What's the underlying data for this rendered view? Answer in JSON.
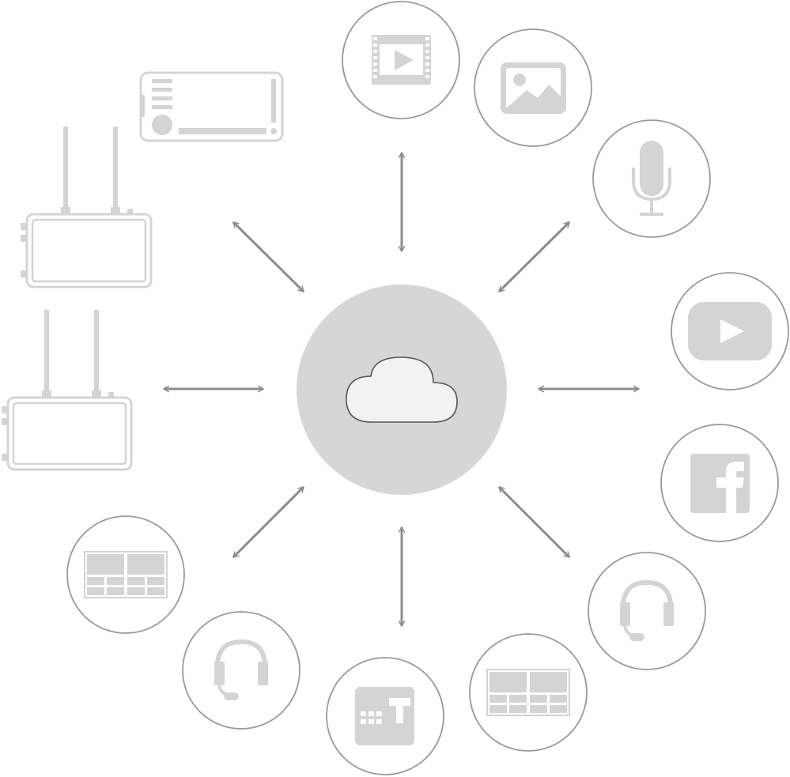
{
  "diagram": {
    "hub": {
      "icon": "cloud-icon",
      "fill_color": "#d6d6d6",
      "icon_fill": "#f2f2f2",
      "icon_stroke": "#555555"
    },
    "colors": {
      "arrow": "#8c8c8c",
      "node_border": "#999999",
      "icon": "#d4d4d4"
    },
    "nodes": [
      {
        "id": "video",
        "icon": "film-play-icon"
      },
      {
        "id": "image",
        "icon": "image-icon"
      },
      {
        "id": "microphone",
        "icon": "microphone-icon"
      },
      {
        "id": "youtube",
        "icon": "youtube-icon"
      },
      {
        "id": "facebook",
        "icon": "facebook-icon"
      },
      {
        "id": "headset-right",
        "icon": "headset-icon"
      },
      {
        "id": "switcher-right",
        "icon": "switcher-panel-icon"
      },
      {
        "id": "teams",
        "icon": "teams-icon"
      },
      {
        "id": "headset-left",
        "icon": "headset-icon"
      },
      {
        "id": "switcher-left",
        "icon": "switcher-panel-icon"
      }
    ],
    "devices": [
      {
        "id": "phone",
        "icon": "smartphone-icon"
      },
      {
        "id": "monitor-top",
        "icon": "wireless-monitor-icon"
      },
      {
        "id": "monitor-bottom",
        "icon": "wireless-monitor-icon"
      }
    ],
    "connections": [
      "north",
      "north-east",
      "east",
      "south-east",
      "south",
      "south-west",
      "west",
      "north-west"
    ]
  }
}
